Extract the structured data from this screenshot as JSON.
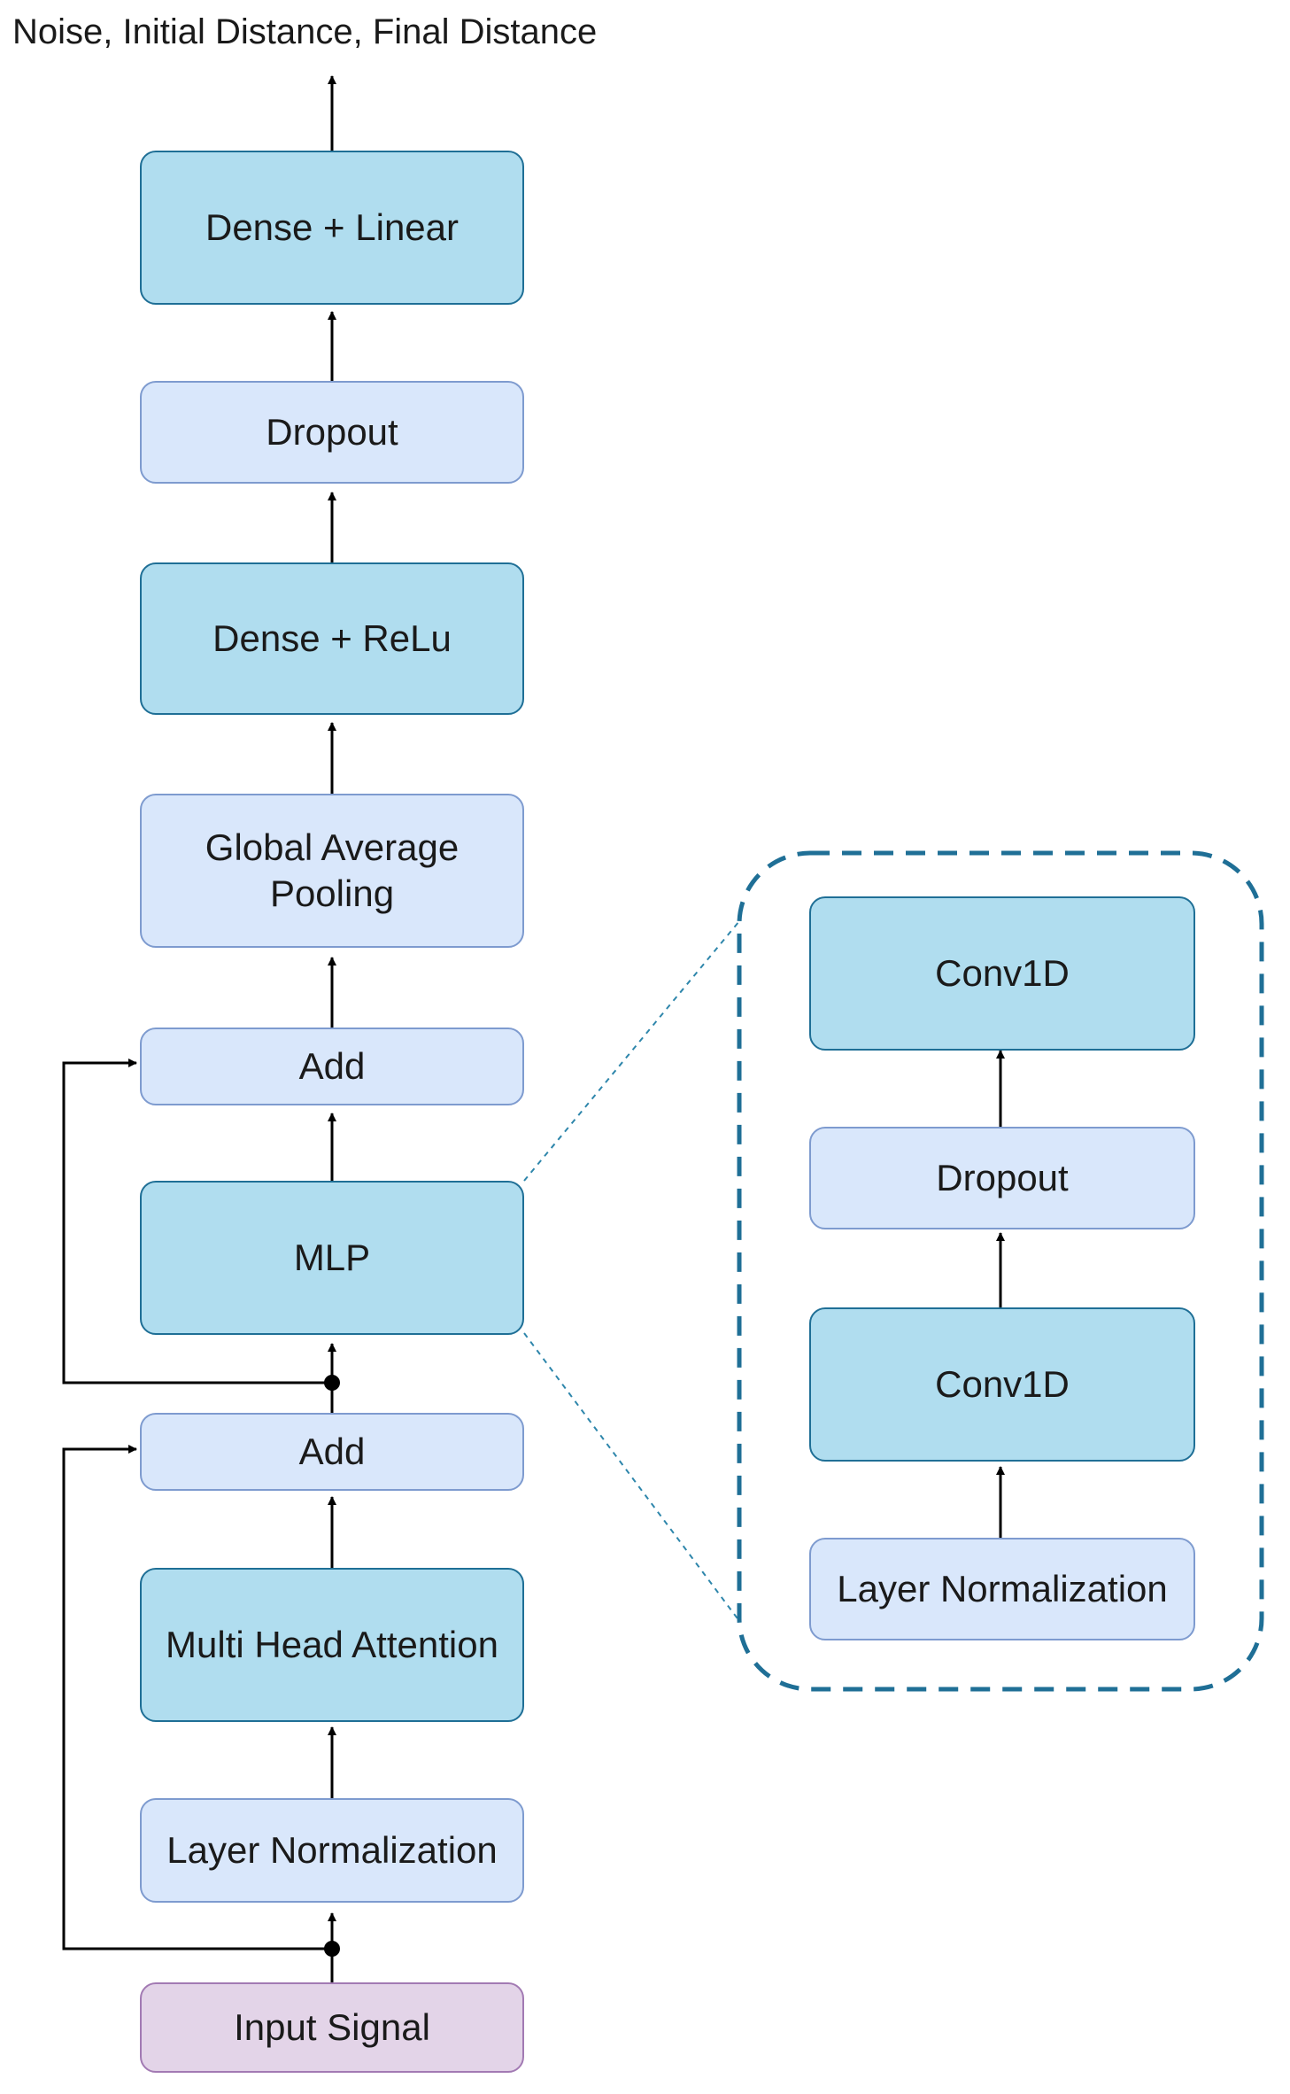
{
  "output_label": "Noise, Initial Distance, Final Distance",
  "main": {
    "dense_linear": "Dense + Linear",
    "dropout": "Dropout",
    "dense_relu": "Dense + ReLu",
    "gap": "Global Average Pooling",
    "add_top": "Add",
    "mlp": "MLP",
    "add_bottom": "Add",
    "mha": "Multi Head Attention",
    "layer_norm": "Layer Normalization",
    "input": "Input Signal"
  },
  "mlp_detail": {
    "conv_top": "Conv1D",
    "dropout": "Dropout",
    "conv_bottom": "Conv1D",
    "layer_norm": "Layer Normalization"
  },
  "colors": {
    "dark_block": "#b0ddef",
    "light_block": "#d9e7fb",
    "input_block": "#e3d4e8",
    "detail_border": "#1f6f96"
  }
}
